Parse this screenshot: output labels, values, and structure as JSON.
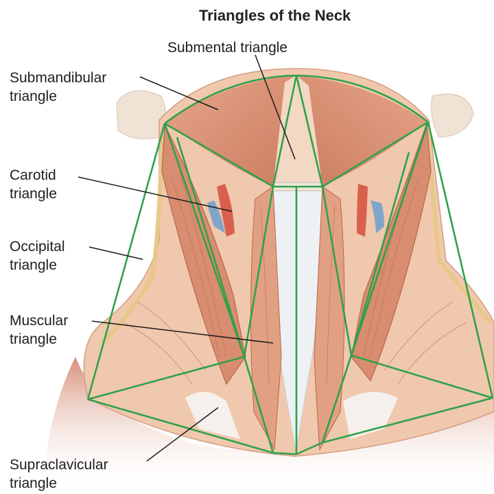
{
  "title": "Triangles of the Neck",
  "labels": {
    "submental": [
      "Submental triangle"
    ],
    "submandibular": [
      "Submandibular",
      "triangle"
    ],
    "carotid": [
      "Carotid",
      "triangle"
    ],
    "occipital": [
      "Occipital",
      "triangle"
    ],
    "muscular": [
      "Muscular",
      "triangle"
    ],
    "supraclavicular": [
      "Supraclavicular",
      "triangle"
    ]
  },
  "colors": {
    "outline": "#2fa14a",
    "leader": "#1a1a1a",
    "skin": "#e9c2a6",
    "muscle": "#d98f72",
    "muscle_dark": "#b8644b",
    "fascia": "#eef0f2",
    "artery": "#d9604c",
    "vein": "#7fa6c8"
  }
}
